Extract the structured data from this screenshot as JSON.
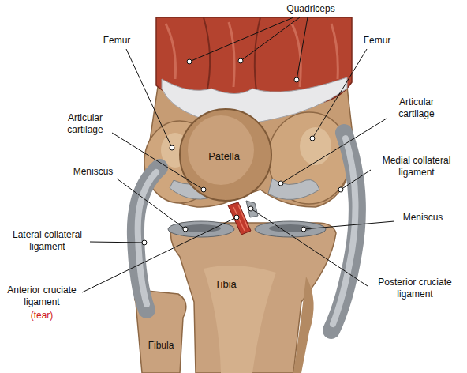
{
  "diagram": {
    "labels": [
      "Quadriceps",
      "Femur",
      "Femur",
      "Articular cartilage",
      "Articular cartilage",
      "Patella",
      "Meniscus",
      "Medial collateral ligament",
      "Meniscus",
      "Lateral collateral ligament",
      "Tibia",
      "Anterior cruciate ligament",
      "(tear)",
      "Posterior cruciate ligament",
      "Fibula"
    ]
  }
}
